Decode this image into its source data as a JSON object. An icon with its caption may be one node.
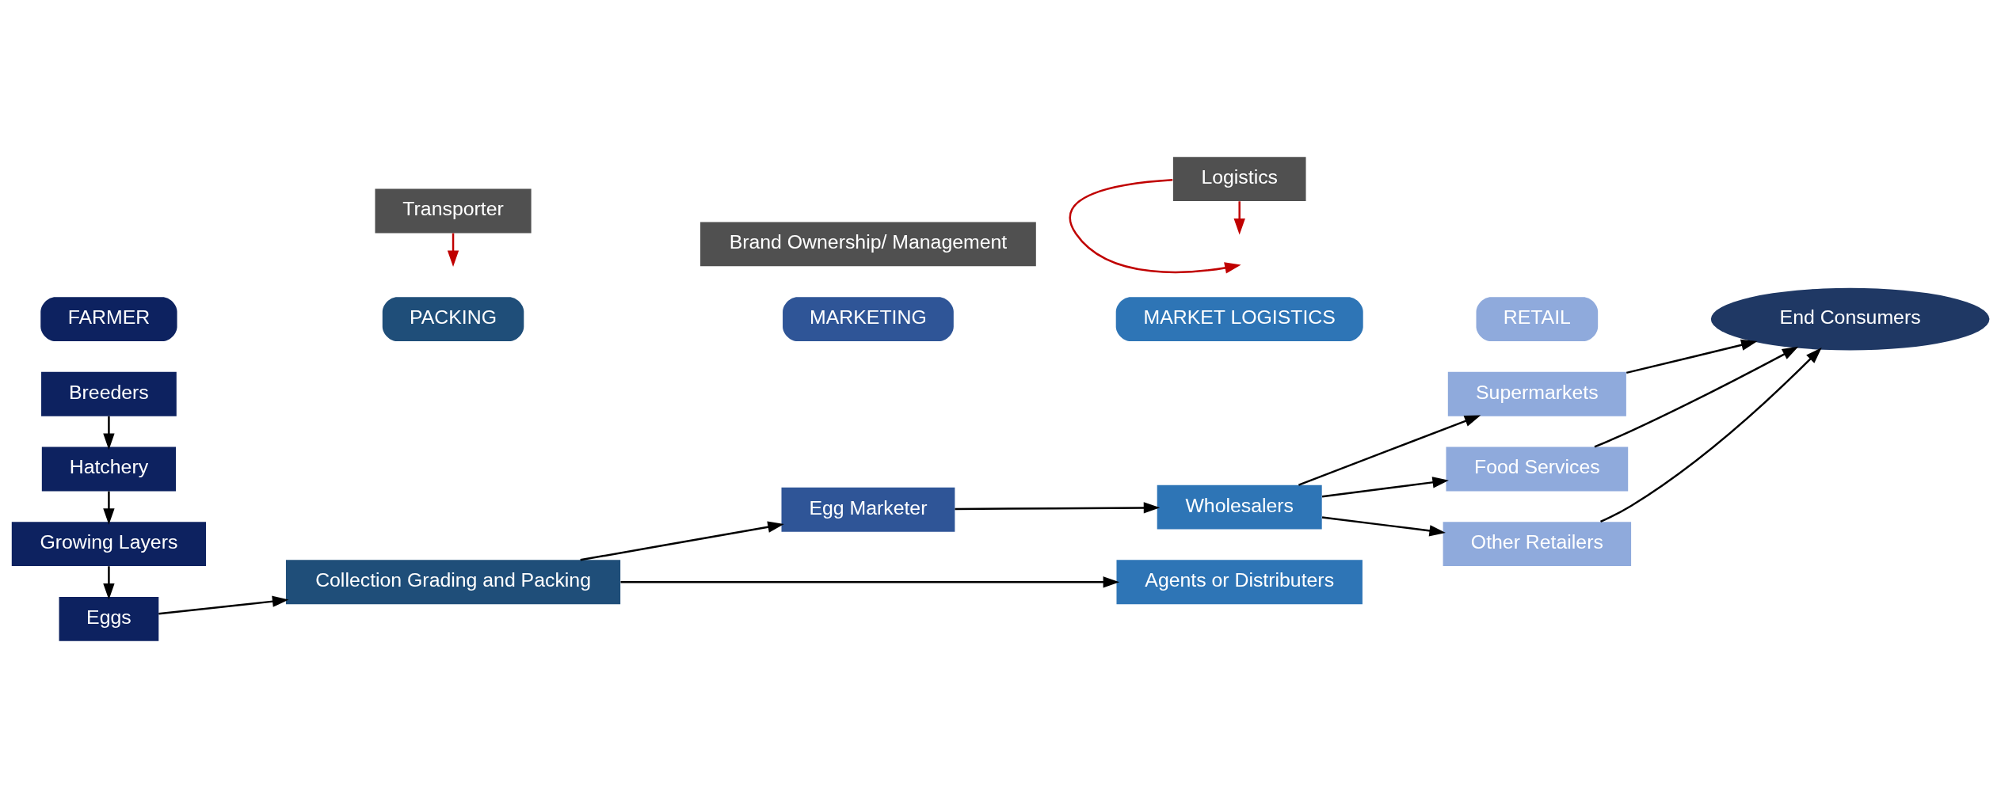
{
  "diagram": {
    "nodes": [
      {
        "text": [
          "FARMER"
        ]
      },
      {
        "text": [
          "PACKING"
        ]
      },
      {
        "text": [
          "MARKETING"
        ]
      },
      {
        "text": [
          "MARKET LOGISTICS"
        ]
      },
      {
        "text": [
          "RETAIL"
        ]
      },
      {
        "text": [
          "Brand Ownership/ Management"
        ]
      },
      {
        "text": [
          "Transporter"
        ]
      },
      {
        "text": [
          "Logistics"
        ]
      },
      {
        "text": [
          "Supermarkets"
        ]
      },
      {
        "text": [
          "Eggs"
        ]
      },
      {
        "text": [
          "Collection Grading and Packing"
        ]
      },
      {
        "text": [
          "Egg Marketer"
        ]
      },
      {
        "text": [
          "Wholesalers"
        ]
      },
      {
        "text": [
          "Food Services"
        ]
      },
      {
        "text": [
          "Growing Layers"
        ]
      },
      {
        "text": [
          "Agents or Distributers"
        ]
      },
      {
        "text": [
          "Other Retailers"
        ]
      },
      {
        "text": [
          "Hatchery"
        ]
      },
      {
        "text": [
          "Breeders"
        ]
      },
      {
        "text": [
          "End Consumers"
        ]
      }
    ],
    "edges": [
      {
        "from": 18,
        "to": 17,
        "arrow": "to"
      },
      {
        "from": 17,
        "to": 14,
        "arrow": "to"
      },
      {
        "from": 14,
        "to": 9,
        "arrow": "to"
      },
      {
        "from": 9,
        "to": 10,
        "arrow": "to"
      },
      {
        "from": 10,
        "to": 11,
        "arrow": "to"
      },
      {
        "from": 10,
        "to": 15,
        "arrow": "to"
      },
      {
        "from": 11,
        "to": 12,
        "arrow": "to"
      },
      {
        "from": 12,
        "to": 8,
        "arrow": "to"
      },
      {
        "from": 12,
        "to": 13,
        "arrow": "to"
      },
      {
        "from": 12,
        "to": 16,
        "arrow": "to"
      },
      {
        "from": 8,
        "to": 19,
        "arrow": "to"
      },
      {
        "from": 13,
        "to": 19,
        "arrow": "to"
      },
      {
        "from": 16,
        "to": 19,
        "arrow": "to"
      },
      {
        "from": 6,
        "to": null,
        "arrow": "to",
        "color": "#c00000"
      },
      {
        "from": 7,
        "to": null,
        "arrow": "to",
        "color": "#c00000"
      },
      {
        "from": 7,
        "to": null,
        "arrow": "to",
        "color": "#c00000"
      }
    ]
  }
}
